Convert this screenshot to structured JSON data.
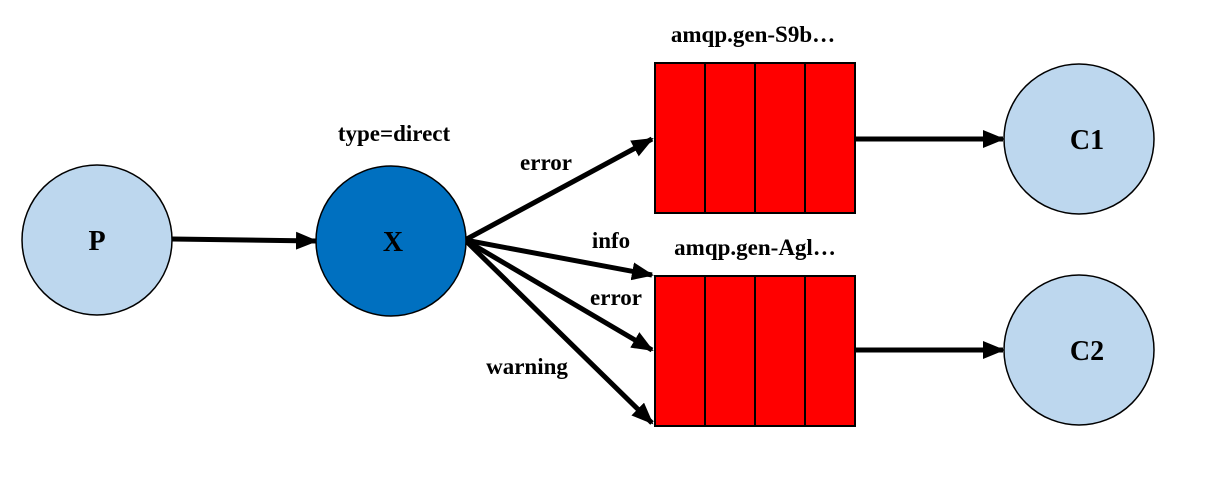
{
  "exchange": {
    "label": "X",
    "type_text": "type=direct",
    "color": "#0070C0"
  },
  "producer": {
    "label": "P",
    "color": "#BDD7EE"
  },
  "queues": [
    {
      "name": "amqp.gen-S9b…",
      "color": "#FF0000",
      "cells": 4
    },
    {
      "name": "amqp.gen-Agl…",
      "color": "#FF0000",
      "cells": 4
    }
  ],
  "consumers": [
    {
      "label": "C1",
      "color": "#BDD7EE"
    },
    {
      "label": "C2",
      "color": "#BDD7EE"
    }
  ],
  "bindings": {
    "queue1": [
      "error"
    ],
    "queue2": [
      "info",
      "error",
      "warning"
    ]
  }
}
